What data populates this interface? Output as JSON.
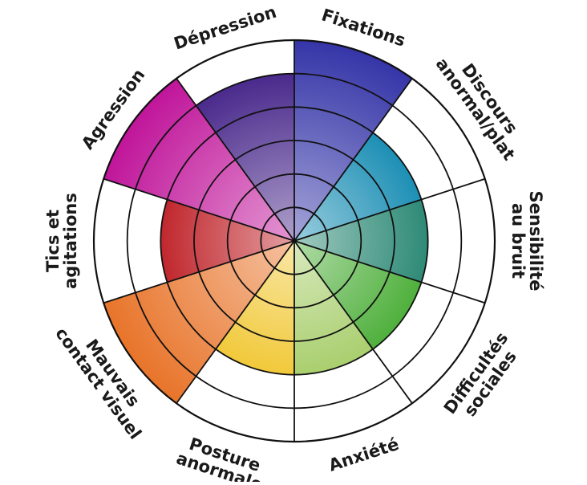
{
  "chart_data": {
    "type": "radial-bar",
    "title": "",
    "max_level": 6,
    "grid": true,
    "categories": [
      {
        "label": "Fixations",
        "label_lines": [
          "Fixations"
        ],
        "value": 6,
        "color": "#3535a8"
      },
      {
        "label": "Discours anormal/plat",
        "label_lines": [
          "Discours",
          "anormal/plat"
        ],
        "value": 4,
        "color": "#1d8fb5"
      },
      {
        "label": "Sensibilité au bruit",
        "label_lines": [
          "Sensibilité",
          "au bruit"
        ],
        "value": 4,
        "color": "#2e8a76"
      },
      {
        "label": "Difficultés sociales",
        "label_lines": [
          "Difficultés",
          "sociales"
        ],
        "value": 4,
        "color": "#4fb03c"
      },
      {
        "label": "Anxiété",
        "label_lines": [
          "Anxiété"
        ],
        "value": 4,
        "color": "#a9cf6e"
      },
      {
        "label": "Posture anormale",
        "label_lines": [
          "Posture",
          "anormale"
        ],
        "value": 4,
        "color": "#f1c93a"
      },
      {
        "label": "Mauvais contact visuel",
        "label_lines": [
          "Mauvais",
          "contact visuel"
        ],
        "value": 6,
        "color": "#e8742a"
      },
      {
        "label": "Tics et agitations",
        "label_lines": [
          "Tics et",
          "agitations"
        ],
        "value": 4,
        "color": "#c0272d"
      },
      {
        "label": "Agression",
        "label_lines": [
          "Agression"
        ],
        "value": 6,
        "color": "#c0159a"
      },
      {
        "label": "Dépression",
        "label_lines": [
          "Dépression"
        ],
        "value": 5,
        "color": "#4a2a8c"
      }
    ]
  }
}
